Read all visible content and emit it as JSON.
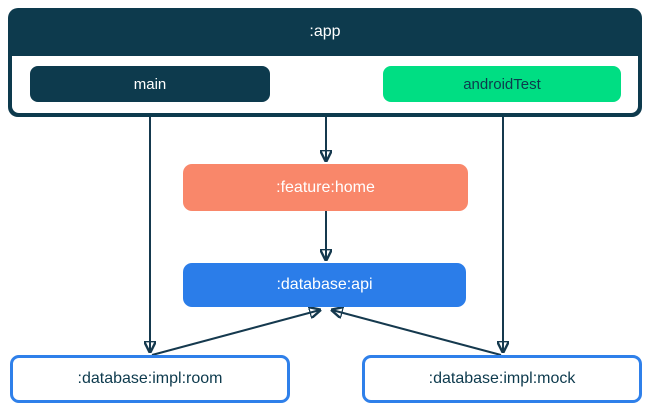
{
  "diagram": {
    "type": "module-dependency-graph",
    "nodes": {
      "app": {
        "label": ":app",
        "color": "#0d3a4d",
        "text_color": "#ffffff"
      },
      "main": {
        "label": "main",
        "color": "#0d3a4d",
        "text_color": "#ffffff"
      },
      "android_test": {
        "label": "androidTest",
        "color": "#00de83",
        "text_color": "#0d3a4d"
      },
      "feature_home": {
        "label": ":feature:home",
        "color": "#f9876a",
        "text_color": "#ffffff"
      },
      "database_api": {
        "label": ":database:api",
        "color": "#2b7de9",
        "text_color": "#ffffff"
      },
      "database_impl_room": {
        "label": ":database:impl:room",
        "color": "#ffffff",
        "border_color": "#2f80ea",
        "text_color": "#0d3a4d"
      },
      "database_impl_mock": {
        "label": ":database:impl:mock",
        "color": "#ffffff",
        "border_color": "#2f80ea",
        "text_color": "#0d3a4d"
      }
    },
    "edges": [
      {
        "from": ":app",
        "to": ":feature:home"
      },
      {
        "from": "main",
        "to": ":database:impl:room"
      },
      {
        "from": "androidTest",
        "to": ":database:impl:mock"
      },
      {
        "from": ":feature:home",
        "to": ":database:api"
      },
      {
        "from": ":database:impl:room",
        "to": ":database:api"
      },
      {
        "from": ":database:impl:mock",
        "to": ":database:api"
      }
    ],
    "arrow_color": "#15394e",
    "background_color": "#ffffff"
  }
}
